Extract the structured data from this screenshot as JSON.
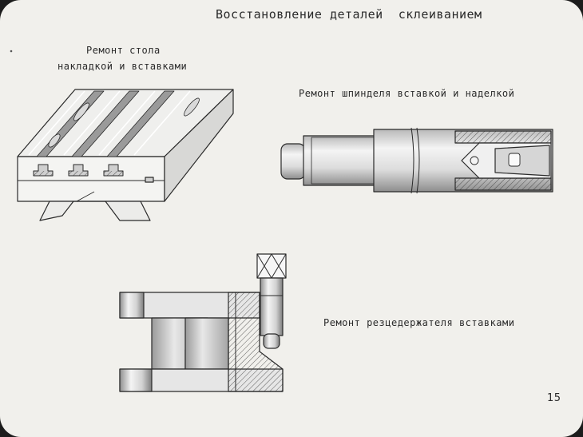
{
  "slide": {
    "title": "Восстановление деталей  склеиванием",
    "page_number": "15"
  },
  "captions": {
    "table_line1": "Ремонт стола",
    "table_line2": "накладкой и вставками",
    "spindle": "Ремонт шпинделя вставкой и наделкой",
    "holder": "Ремонт резцедержателя вставками"
  },
  "colors": {
    "paper": "#f1f0ec",
    "ink": "#2a2a2a",
    "frame": "#1c1c1c"
  }
}
